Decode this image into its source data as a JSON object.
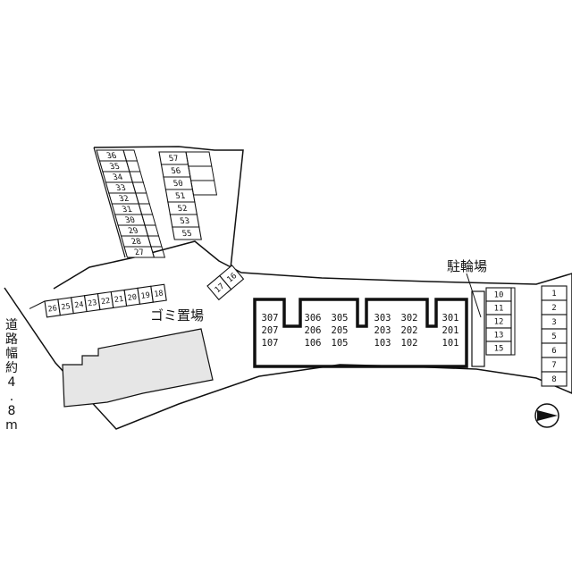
{
  "labels": {
    "trash": "ゴミ置場",
    "bicycle": "駐輪場"
  },
  "road": {
    "chars": [
      "道",
      "路",
      "幅",
      "約",
      "4",
      ".",
      "8",
      "m"
    ]
  },
  "building": {
    "units": [
      {
        "top": "307",
        "mid": "207",
        "bot": "107"
      },
      {
        "top": "306",
        "mid": "206",
        "bot": "106"
      },
      {
        "top": "305",
        "mid": "205",
        "bot": "105"
      },
      {
        "top": "303",
        "mid": "203",
        "bot": "103"
      },
      {
        "top": "302",
        "mid": "202",
        "bot": "102"
      },
      {
        "top": "301",
        "mid": "201",
        "bot": "101"
      }
    ]
  },
  "parking": {
    "left_column": [
      "36",
      "35",
      "34",
      "33",
      "32",
      "31",
      "30",
      "29",
      "28",
      "27"
    ],
    "upper_column": [
      "57",
      "56",
      "50",
      "51",
      "52",
      "53",
      "55"
    ],
    "diagonal_row": [
      "26",
      "25",
      "24",
      "23",
      "22",
      "21",
      "20",
      "19",
      "18"
    ],
    "small_pair": [
      "17",
      "16"
    ],
    "middle_column": [
      "10",
      "11",
      "12",
      "13",
      "15"
    ],
    "right_column": [
      "1",
      "2",
      "3",
      "5",
      "6",
      "7",
      "8"
    ]
  },
  "colors": {
    "line": "#111111",
    "neighbor_fill": "#e6e6e6"
  },
  "icons": {
    "north": "north-arrow-icon"
  }
}
